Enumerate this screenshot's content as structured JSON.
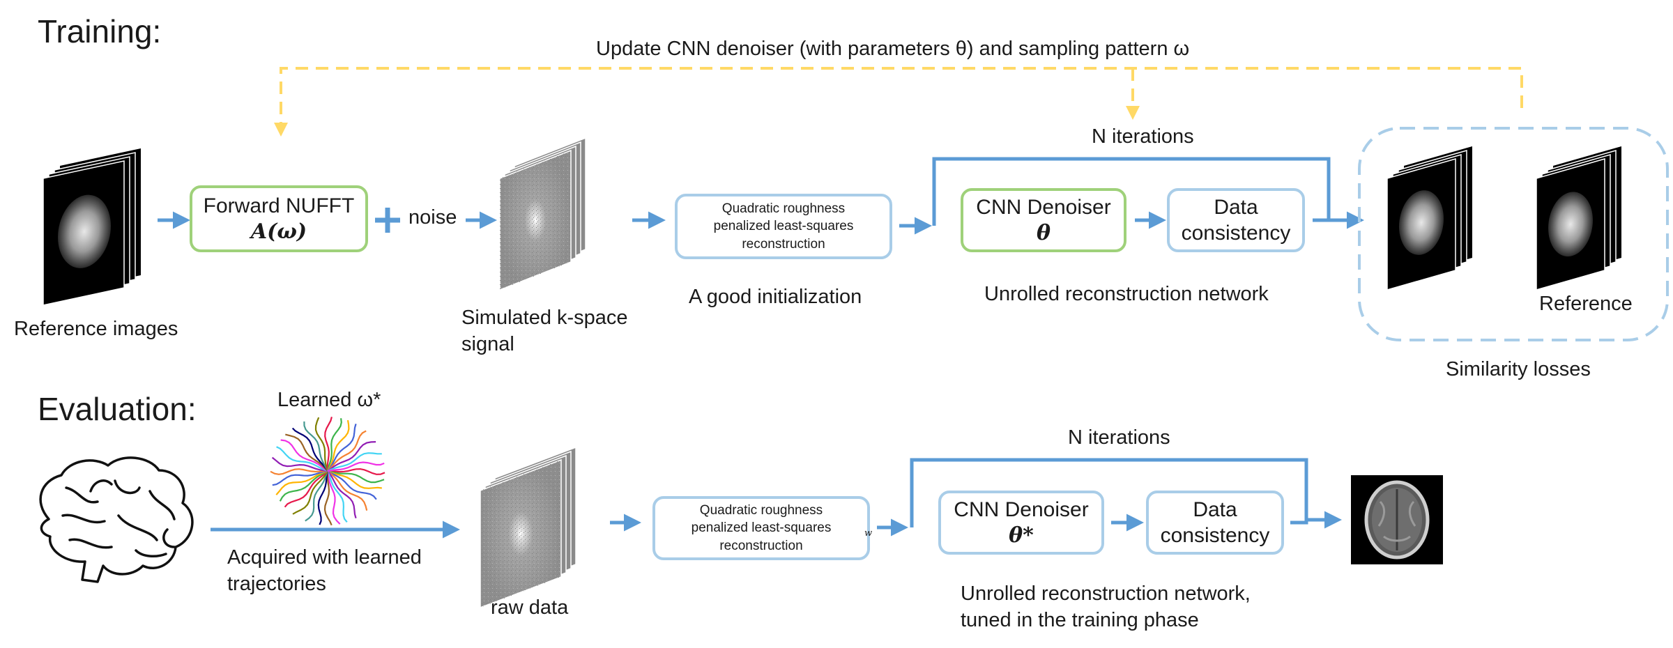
{
  "training": {
    "heading": "Training:",
    "update_caption": "Update CNN denoiser (with parameters θ) and sampling pattern ω",
    "reference_images_caption": "Reference images",
    "forward_nufft": {
      "title": "Forward NUFFT",
      "math": "A(ω)"
    },
    "plus_sign": "+",
    "noise_label": "noise",
    "kspace_caption_line1": "Simulated k-space",
    "kspace_caption_line2": "signal",
    "init_box": {
      "line1": "Quadratic roughness",
      "line2": "penalized least-squares",
      "line3": "reconstruction"
    },
    "init_caption": "A good initialization",
    "n_iterations": "N iterations",
    "cnn_denoiser": {
      "title": "CNN Denoiser",
      "math": "θ"
    },
    "data_consistency": {
      "line1": "Data",
      "line2": "consistency"
    },
    "unrolled_caption": "Unrolled reconstruction network",
    "reference_caption": "Reference",
    "similarity_caption": "Similarity losses"
  },
  "evaluation": {
    "heading": "Evaluation:",
    "learned_label": "Learned ω*",
    "acquired_line1": "Acquired with learned",
    "acquired_line2": "trajectories",
    "raw_data_caption": "raw data",
    "init_box": {
      "line1": "Quadratic roughness",
      "line2": "penalized least-squares",
      "line3": "reconstruction"
    },
    "small_w_mark": "w",
    "n_iterations": "N iterations",
    "cnn_denoiser": {
      "title": "CNN Denoiser",
      "math": "θ*"
    },
    "data_consistency": {
      "line1": "Data",
      "line2": "consistency"
    },
    "unrolled_line1": "Unrolled reconstruction network,",
    "unrolled_line2": "tuned in the training phase"
  },
  "colors": {
    "arrow_blue": "#5b9bd5",
    "feedback_yellow": "#ffd966",
    "box_green": "#9fd17a",
    "box_blue": "#a9cde8",
    "dashed_blue": "#a9cde8"
  },
  "icons": [
    "mri-image-stack-icon",
    "kspace-stack-icon",
    "brain-outline-icon",
    "radial-trajectory-icon",
    "axial-mri-slice-icon"
  ]
}
